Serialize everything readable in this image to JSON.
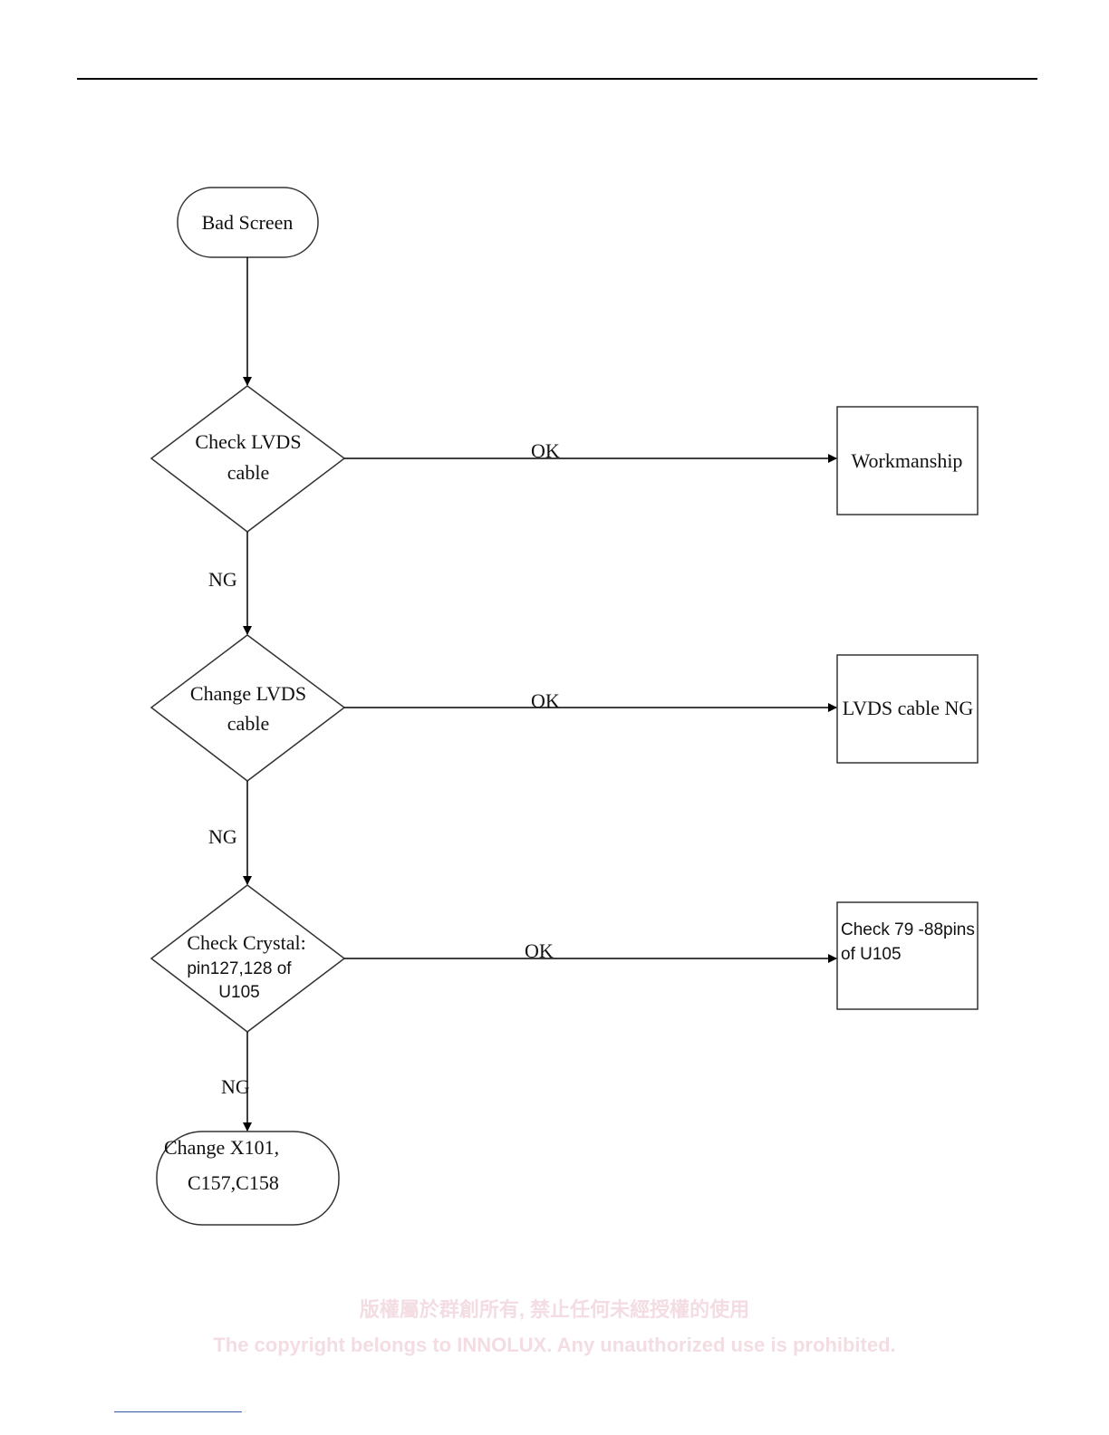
{
  "flowchart": {
    "start": "Bad Screen",
    "decisions": [
      {
        "lines": [
          "Check LVDS",
          "cable"
        ],
        "ok_label": "OK",
        "ng_label": "NG",
        "ok_result": [
          "Workmanship"
        ]
      },
      {
        "lines": [
          "Change LVDS",
          "cable"
        ],
        "ok_label": "OK",
        "ng_label": "NG",
        "ok_result": [
          "LVDS cable NG"
        ]
      },
      {
        "lines": [
          "Check Crystal:",
          "pin127,128 of",
          "U105"
        ],
        "ok_label": "OK",
        "ng_label": "NG",
        "ok_result": [
          "Check 79 -88pins",
          "of U105"
        ]
      }
    ],
    "end": [
      "Change X101,",
      "C157,C158"
    ]
  },
  "watermark": {
    "zh": "版權屬於群創所有, 禁止任何未經授權的使用",
    "en": "The copyright belongs to INNOLUX. Any unauthorized use is prohibited."
  }
}
